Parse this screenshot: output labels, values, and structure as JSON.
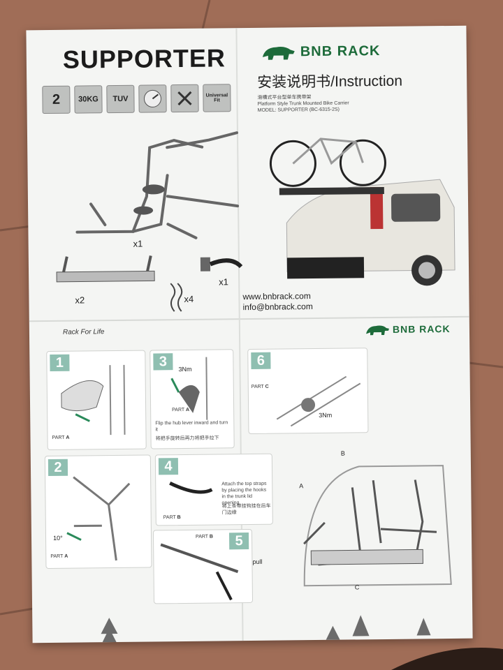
{
  "product_title": "SUPPORTER",
  "feature_icons": [
    {
      "text": "2",
      "icon": "bike-icon"
    },
    {
      "text": "30KG",
      "icon": "weight-icon"
    },
    {
      "text": "TUV",
      "icon": "tuv-icon"
    },
    {
      "text": "",
      "icon": "speedometer-icon"
    },
    {
      "text": "",
      "icon": "tools-icon"
    },
    {
      "text": "Universal Fit",
      "icon": "car-icon"
    }
  ],
  "brand": {
    "name": "BNB RACK",
    "logo_icon": "bear-logo-icon"
  },
  "instruction_heading": "安装说明书/Instruction",
  "product_subtitle": [
    "滑槽式平台型单车携带架",
    "Platform Style Trunk Mounted Bike Carrier",
    "MODEL: SUPPORTER (BC-6315-2S)"
  ],
  "contact": {
    "website": "www.bnbrack.com",
    "email": "info@bnbrack.com"
  },
  "parts_quantities": {
    "frame": "x1",
    "arms": "x2",
    "strap": "x1",
    "hooks": "x4"
  },
  "slogan": "Rack For Life",
  "steps": [
    {
      "number": "1",
      "part": "PART",
      "part_letter": "A"
    },
    {
      "number": "3",
      "torque": "3Nm",
      "part": "PART",
      "part_letter": "A",
      "text_en": "Flip the hub lever inward and turn it",
      "text_cn": "将把手旋转后再力将把手拉下"
    },
    {
      "number": "6",
      "torque": "3Nm",
      "part": "PART",
      "part_letter": "C"
    },
    {
      "number": "2",
      "angle": "10°",
      "part": "PART",
      "part_letter": "A"
    },
    {
      "number": "4",
      "part": "PART",
      "part_letter": "B",
      "text_en": "Attach the top straps by placing the hooks in the trunk lid opening",
      "text_cn": "将上条带挂钩挂在后车门边缘"
    },
    {
      "number": "5",
      "part": "PART",
      "part_letter": "B",
      "action": "pull"
    }
  ],
  "diagram_letters": [
    "A",
    "B",
    "C"
  ],
  "colors": {
    "brand_green": "#1d6b3a",
    "step_teal": "#8fbfb1"
  }
}
